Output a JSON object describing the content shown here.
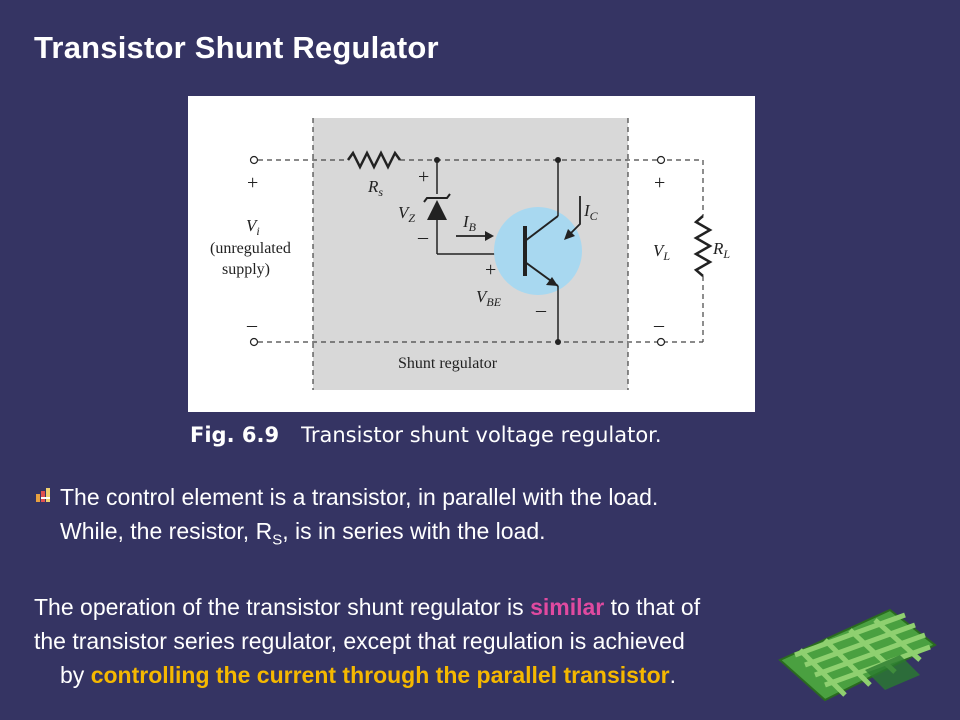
{
  "slide": {
    "title": "Transistor Shunt Regulator"
  },
  "figure": {
    "caption_number": "Fig. 6.9",
    "caption_text": "Transistor shunt voltage regulator.",
    "labels": {
      "rs": "R",
      "rs_sub": "s",
      "vz": "V",
      "vz_sub": "Z",
      "ib": "I",
      "ib_sub": "B",
      "ic": "I",
      "ic_sub": "C",
      "vbe": "V",
      "vbe_sub": "BE",
      "vi": "V",
      "vi_sub": "i",
      "vi_desc1": "(unregulated",
      "vi_desc2": "supply)",
      "vl": "V",
      "vl_sub": "L",
      "rl": "R",
      "rl_sub": "L",
      "shunt": "Shunt regulator",
      "plus": "+",
      "minus": "–"
    }
  },
  "body": {
    "p1_line1": "The control element is a transistor, in parallel with the load.",
    "p1_line2a": "While, the resistor, R",
    "p1_line2_sub": "S",
    "p1_line2b": ", is in series with the load.",
    "p2_line1a": "The operation of the transistor shunt regulator is ",
    "p2_highlight": "similar",
    "p2_line1b": " to that of",
    "p2_line2": "the transistor series regulator, except that regulation is achieved",
    "p2_line3a": "by ",
    "p2_emphasis": "controlling the current through the parallel transistor",
    "p2_line3b": "."
  },
  "colors": {
    "background": "#353463",
    "highlight_pink": "#e04aa0",
    "emphasis_yellow": "#f5b800",
    "transistor_fill": "#a8d8f0",
    "regulator_box": "#d8d8d8"
  }
}
